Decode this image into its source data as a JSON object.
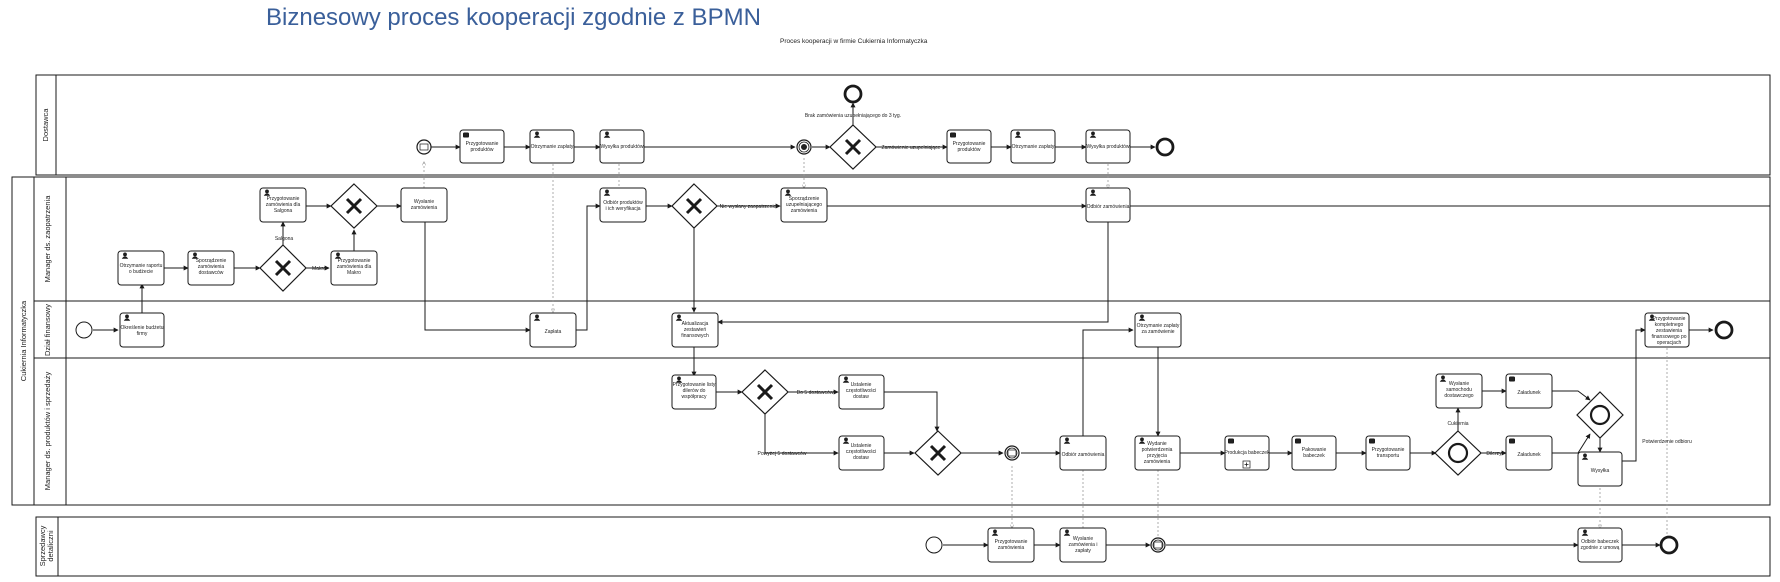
{
  "title": "Biznesowy proces kooperacji zgodnie z BPMN",
  "subtitle": "Proces kooperacji w firmie Cukiernia Informatyczka",
  "pools": {
    "dostawca": "Dostawca",
    "cukiernia": "Cukiernia Informatyczka",
    "sprzedawcy": "Sprzedawcy detaliczni"
  },
  "lanes": {
    "zaopatrzenie": "Manager ds. zaopatrzenia",
    "finanse": "Dział finansowy",
    "produkcja": "Manager ds. produktów i sprzedaży"
  },
  "tasks": {
    "d_przygotowanie": "Przygotowanie produktów",
    "d_otrzymanie_zaplaty": "Otrzymanie zapłaty",
    "d_wysylka": "Wysyłka produktów",
    "d_przygotowanie2": "Przygotowanie produktów",
    "d_otrzymanie_zaplaty2": "Otrzymanie zapłaty",
    "d_wysylka2": "Wysyłka produktów",
    "z_przygotowanie_salgona": "Przygotowanie zamówienia dla Salgona",
    "z_wyslanie": "Wysłanie zamówienia",
    "z_otrzymanie_raportu": "Otrzymanie raportu o budżecie",
    "z_sporzadzenie": "Sporządzenie zamówienia dostawców",
    "z_przygotowanie_makro": "Przygotowanie zamówienia dla Makro",
    "z_odbior_weryfikacja": "Odbiór produktów i ich weryfikacja",
    "z_sporzadzenie_uzup": "Sporządzenie uzupełniającego zamówienia",
    "z_odbior_zamowienia": "Odbiór zamówienia",
    "f_okreslenie": "Określenie budżetu firmy",
    "f_zaplata": "Zapłata",
    "f_aktualizacja": "Aktualizacja zestawień finansowych",
    "f_otrzymanie": "Otrzymanie zapłaty za zamówienie",
    "f_przygotowanie": "Przygotowanie kompletnego zestawienia finansowego po operacjach",
    "p_przygotowanie_listy": "Przygotowanie listy dilerów do współpracy",
    "p_ustalenie1": "Ustalenie częstotliwości dostaw",
    "p_ustalenie2": "Ustalenie częstotliwości dostaw",
    "p_odbior": "Odbiór zamówienia",
    "p_wydanie": "Wydanie potwierdzenia przyjęcia zamówienia",
    "p_produkcja": "Produkcja babeczek",
    "p_pakowanie": "Pakowanie babeczek",
    "p_przygotowanie_transportu": "Przygotowanie transportu",
    "p_wyslanie_samochodu": "Wysłanie samochodu dostawczego",
    "p_zaladunek1": "Załadunek",
    "p_zaladunek2": "Załadunek",
    "p_wysylka": "Wysyłka",
    "s_przygotowanie": "Przygotowanie zamówienia",
    "s_wyslanie": "Wysłanie zamówienia i zapłaty",
    "s_odbior": "Odbiór babeczek zgodnie z umową"
  },
  "flow_labels": {
    "brak_uzup": "Brak zamówienia uzupełniającego do 3 tyg.",
    "zam_uzup": "Zamówienie uzupełniające",
    "salgona": "Salgona",
    "makro": "Makro",
    "nie_wyslany": "Nie wysłany zaopatrzenie",
    "do5": "Do 5 dostawców",
    "powyzej5": "Powyżej 5 dostawców",
    "cukiernia": "Cukiernia",
    "dilerzy": "Dilerzy",
    "potwierdzenie": "Potwierdzenie odbioru"
  },
  "colors": {
    "title": "#3a5f9a",
    "stroke": "#1a1a1a",
    "message_flow": "#9a9a9a"
  }
}
